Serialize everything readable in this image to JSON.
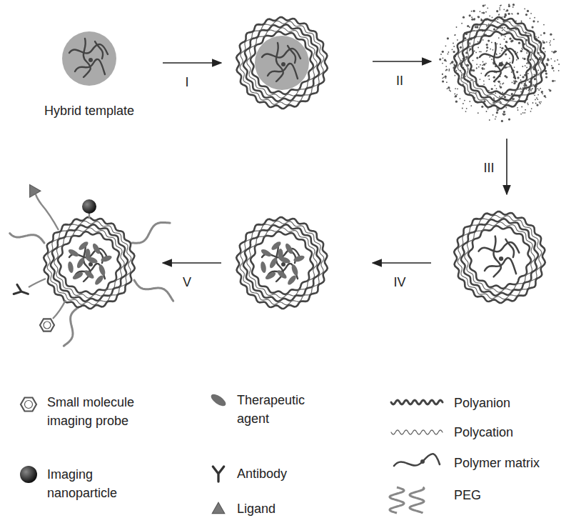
{
  "diagram": {
    "labels": [
      "Hybrid template",
      "I",
      "II",
      "III",
      "IV",
      "V"
    ],
    "legend": [
      {
        "text": "Small molecule imaging probe"
      },
      {
        "text": "Imaging nanoparticle"
      },
      {
        "text": "Therapeutic agent"
      },
      {
        "text": "Antibody"
      },
      {
        "text": "Ligand"
      },
      {
        "text": "Polyanion"
      },
      {
        "text": "Polycation"
      },
      {
        "text": "Polymer matrix"
      },
      {
        "text": "PEG"
      }
    ]
  }
}
